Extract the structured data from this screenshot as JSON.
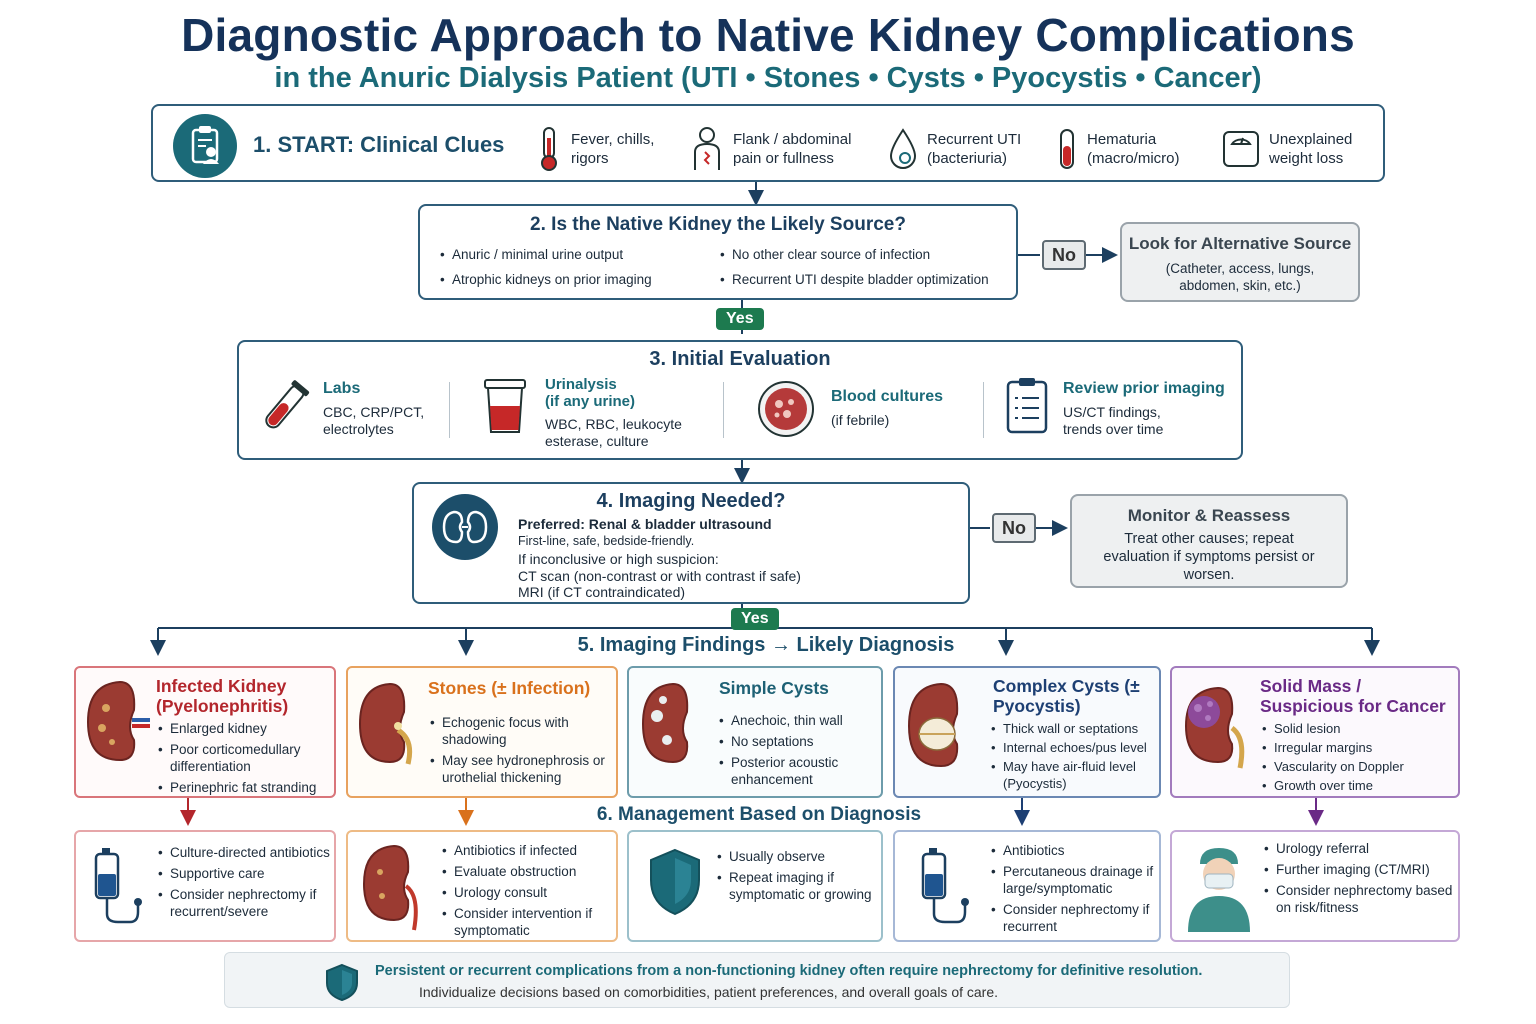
{
  "title": "Diagnostic Approach to Native Kidney Complications",
  "subtitle": "in the Anuric Dialysis Patient (UTI • Stones • Cysts • Pyocystis • Cancer)",
  "step1": {
    "label": "1. START: Clinical Clues",
    "clues": [
      {
        "icon": "thermometer-icon",
        "l1": "Fever, chills,",
        "l2": "rigors"
      },
      {
        "icon": "flank-pain-icon",
        "l1": "Flank / abdominal",
        "l2": "pain or fullness"
      },
      {
        "icon": "droplet-icon",
        "l1": "Recurrent UTI",
        "l2": "(bacteriuria)"
      },
      {
        "icon": "test-tube-icon",
        "l1": "Hematuria",
        "l2": "(macro/micro)"
      },
      {
        "icon": "scale-icon",
        "l1": "Unexplained",
        "l2": "weight loss"
      }
    ]
  },
  "step2": {
    "label": "2. Is the Native Kidney the Likely Source?",
    "left": [
      "Anuric / minimal urine output",
      "Atrophic kidneys on prior imaging"
    ],
    "right": [
      "No other clear source of infection",
      "Recurrent UTI despite bladder optimization"
    ],
    "no": "No",
    "alt_title": "Look for Alternative Source",
    "alt_body": "(Catheter, access, lungs, abdomen, skin, etc.)",
    "yes": "Yes"
  },
  "step3": {
    "label": "3. Initial Evaluation",
    "items": [
      {
        "title": "Labs",
        "body": "CBC, CRP/PCT, electrolytes"
      },
      {
        "title": "Urinalysis",
        "title2": "(if any urine)",
        "body": "WBC, RBC, leukocyte esterase, culture"
      },
      {
        "title": "Blood cultures",
        "body": "(if febrile)"
      },
      {
        "title": "Review prior imaging",
        "body": "US/CT findings, trends over time"
      }
    ]
  },
  "step4": {
    "label": "4. Imaging Needed?",
    "preferred": "Preferred: Renal & bladder ultrasound",
    "first_line": "First-line, safe, bedside-friendly.",
    "if_inconclusive": "If inconclusive or high suspicion:",
    "ct": "CT scan (non-contrast or with contrast if safe)",
    "mri": "MRI (if CT contraindicated)",
    "no": "No",
    "monitor_title": "Monitor & Reassess",
    "monitor_body": "Treat other causes; repeat evaluation if symptoms persist or worsen.",
    "yes": "Yes"
  },
  "step5": {
    "label": "5. Imaging Findings → Likely Diagnosis",
    "cards": [
      {
        "title": "Infected Kidney (Pyelonephritis)",
        "color": "#b3262c",
        "items": [
          "Enlarged kidney",
          "Poor corticomedullary differentiation",
          "Perinephric fat stranding"
        ]
      },
      {
        "title": "Stones (± Infection)",
        "color": "#d9711c",
        "items": [
          "Echogenic focus with shadowing",
          "May see hydronephrosis or urothelial thickening"
        ]
      },
      {
        "title": "Simple Cysts",
        "color": "#1e6175",
        "items": [
          "Anechoic, thin wall",
          "No septations",
          "Posterior acoustic enhancement"
        ]
      },
      {
        "title": "Complex Cysts (± Pyocystis)",
        "color": "#1d3f73",
        "items": [
          "Thick wall or septations",
          "Internal echoes/pus level",
          "May have air-fluid level (Pyocystis)"
        ]
      },
      {
        "title": "Solid Mass / Suspicious for Cancer",
        "color": "#6a2a86",
        "items": [
          "Solid lesion",
          "Irregular margins",
          "Vascularity on Doppler",
          "Growth over time"
        ]
      }
    ]
  },
  "step6": {
    "label": "6. Management Based on Diagnosis",
    "cards": [
      {
        "icon": "iv-bag-icon",
        "items": [
          "Culture-directed antibiotics",
          "Supportive care",
          "Consider nephrectomy if recurrent/severe"
        ]
      },
      {
        "icon": "kidney-icon",
        "items": [
          "Antibiotics if infected",
          "Evaluate obstruction",
          "Urology consult",
          "Consider intervention if symptomatic"
        ]
      },
      {
        "icon": "shield-icon",
        "items": [
          "Usually observe",
          "Repeat imaging if symptomatic or growing"
        ]
      },
      {
        "icon": "iv-bag-icon",
        "items": [
          "Antibiotics",
          "Percutaneous drainage if large/symptomatic",
          "Consider nephrectomy if recurrent"
        ]
      },
      {
        "icon": "surgeon-icon",
        "items": [
          "Urology referral",
          "Further imaging (CT/MRI)",
          "Consider nephrectomy based on risk/fitness"
        ]
      }
    ]
  },
  "footer": {
    "line1": "Persistent or recurrent complications from a non-functioning kidney often require nephrectomy for definitive resolution.",
    "line2": "Individualize decisions based on comorbidities, patient preferences, and overall goals of care."
  }
}
